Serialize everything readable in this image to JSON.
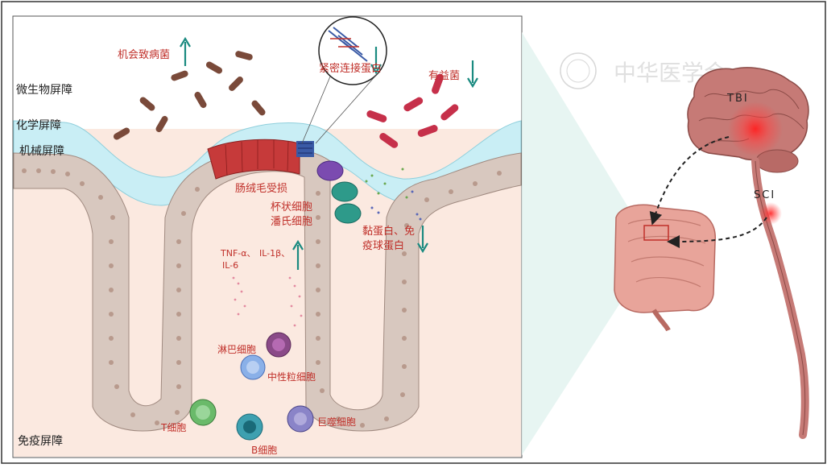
{
  "barriers": {
    "microbial": "微生物屏障",
    "chemical": "化学屏障",
    "mechanical": "机械屏障",
    "immune": "免疫屏障"
  },
  "labels": {
    "pathogens": "机会致病菌",
    "tight_junction": "紧密连接蛋白",
    "probiotics": "有益菌",
    "villus_damage": "肠绒毛受损",
    "goblet_cell": "杯状细胞",
    "paneth_cell": "潘氏细胞",
    "mucin_line1": "黏蛋白、免",
    "mucin_line2": "疫球蛋白",
    "tnf": "TNF-α、",
    "il6": "IL-6",
    "il1b": "IL-1β、",
    "lymphocyte": "淋巴细胞",
    "neutrophil": "中性粒细胞",
    "t_cell": "T细胞",
    "b_cell": "B细胞",
    "macrophage": "巨噬细胞",
    "tbi": "TBI",
    "sci": "SCI",
    "watermark": "中华医学会"
  },
  "colors": {
    "arrow_teal": "#1a8a80",
    "label_red": "#c0302a",
    "mucus_blue": "#c9eef5",
    "lumen_pink": "#fbe9e0",
    "epithelium": "#d8c8bf",
    "brain_red": "#e23a3a"
  }
}
